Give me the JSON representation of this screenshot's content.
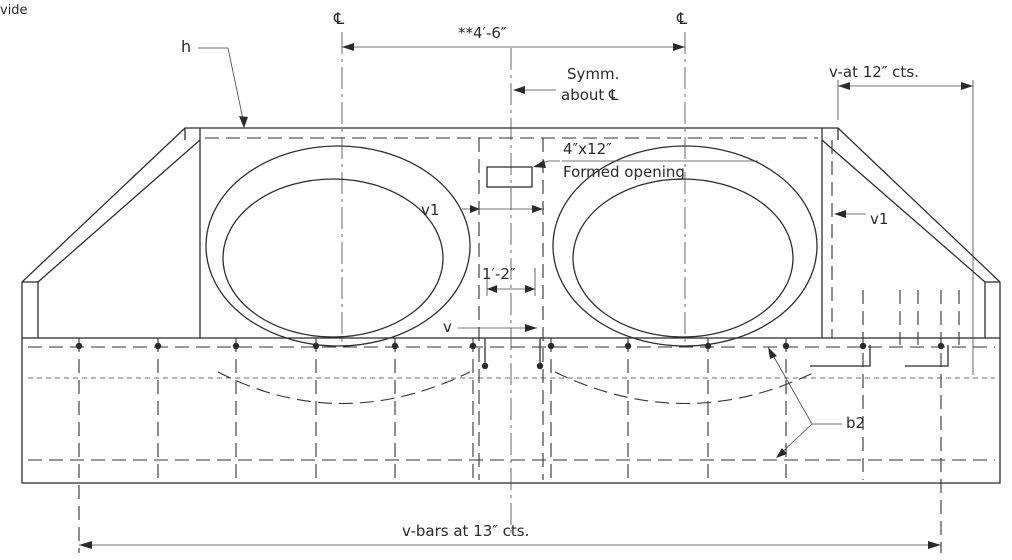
{
  "drawing": {
    "corner_text": "vide",
    "centerline_symbol_left": "℄",
    "centerline_symbol_right": "℄",
    "dim_spacing": "**4′-6″",
    "label_h": "h",
    "symm_line1": "Symm.",
    "symm_line2": "about ℄",
    "opening_size": "4″x12″",
    "opening_label": "Formed opening",
    "label_v1_center": "v1",
    "label_v1_right": "v1",
    "dim_center_gap": "1′-2″",
    "label_v": "v",
    "top_right_spacing": "v-at 12″ cts.",
    "label_b2": "b2",
    "bottom_spacing": "v-bars at 13″ cts."
  },
  "colors": {
    "background": "#ffffff",
    "linework": "#2f2f2f"
  }
}
